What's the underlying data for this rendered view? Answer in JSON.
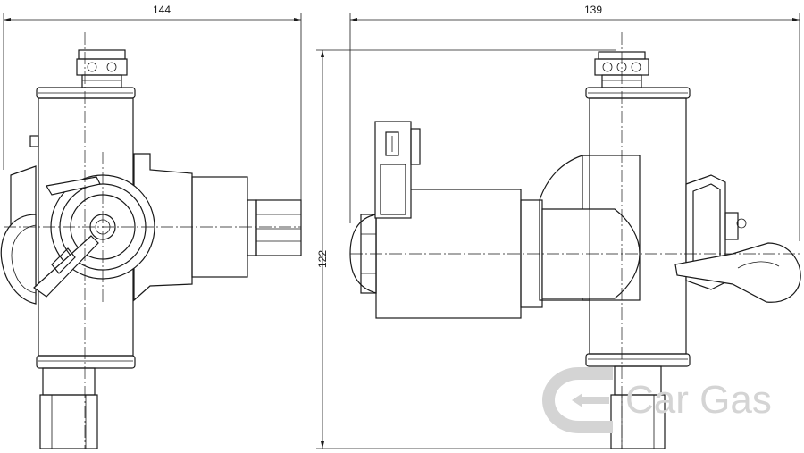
{
  "dimensions": {
    "width_left": "144",
    "width_right": "139",
    "height_right": "122"
  },
  "watermark": {
    "brand": "Car Gas",
    "logo_icon": "cargas-logo-icon",
    "color": "#d4d4d4"
  },
  "colors": {
    "line": "#1a1a1a",
    "background": "#ffffff"
  }
}
